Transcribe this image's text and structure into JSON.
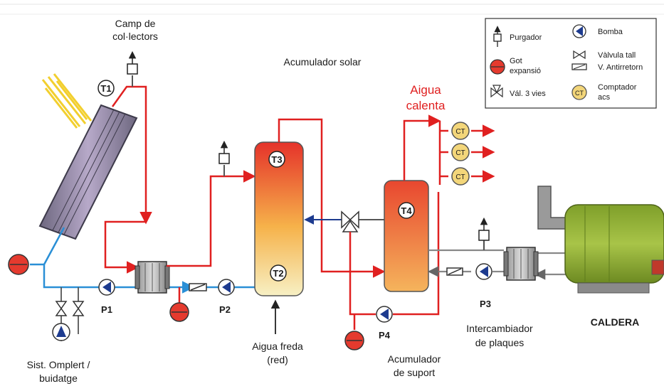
{
  "labels": {
    "camp_line1": "Camp de",
    "camp_line2": "col·lectors",
    "acumulador_solar": "Acumulador solar",
    "aigua_line1": "Aigua",
    "aigua_line2": "calenta",
    "sist_line1": "Sist. Omplert /",
    "sist_line2": "buidatge",
    "freda_line1": "Aigua freda",
    "freda_line2": "(red)",
    "suport_line1": "Acumulador",
    "suport_line2": "de suport",
    "interc_line1": "Intercambiador",
    "interc_line2": "de plaques",
    "caldera": "CALDERA"
  },
  "sensors": {
    "t1": "T1",
    "t2": "T2",
    "t3": "T3",
    "t4": "T4"
  },
  "pumps": {
    "p1": "P1",
    "p2": "P2",
    "p3": "P3",
    "p4": "P4"
  },
  "meters": {
    "ct": "CT"
  },
  "legend": {
    "purgador": "Purgador",
    "bomba": "Bomba",
    "got_line1": "Got",
    "got_line2": "expansió",
    "valvula_tall": "Vàlvula tall",
    "antiretorn": "V. Antirretorn",
    "tres_vies": "Vál. 3 vies",
    "comptador_line1": "Comptador",
    "comptador_line2": "acs"
  },
  "colors": {
    "hot_pipe": "#e02020",
    "cold_pipe": "#2a8fd6",
    "pipe_grey": "#888888",
    "boiler": "#8fb03a",
    "meter": "#f3d67a"
  }
}
